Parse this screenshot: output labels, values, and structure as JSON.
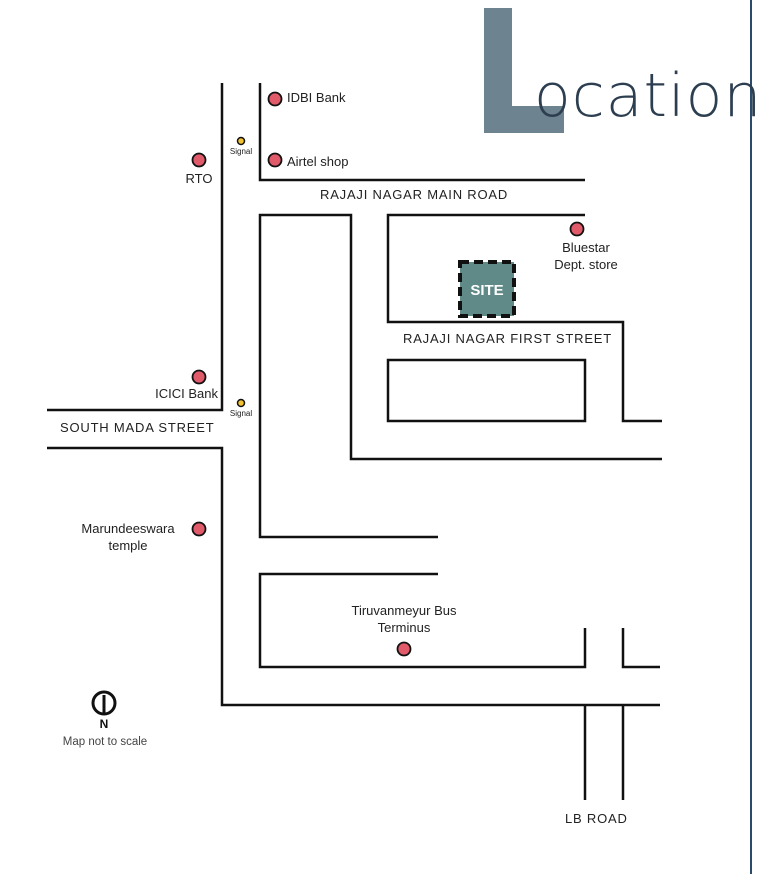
{
  "title": {
    "big_letter": "L",
    "rest": "ocation"
  },
  "colors": {
    "accent_L": "#6d8390",
    "site_fill": "#5f8a88",
    "marker_fill": "#e05a6a",
    "signal_fill": "#f2c230",
    "road": "#111111"
  },
  "roads": {
    "main": "RAJAJI NAGAR MAIN ROAD",
    "first": "RAJAJI NAGAR FIRST STREET",
    "mada": "SOUTH MADA STREET",
    "lb": "LB ROAD"
  },
  "site": {
    "label": "SITE"
  },
  "signals": [
    {
      "label": "Signal"
    },
    {
      "label": "Signal"
    }
  ],
  "landmarks": [
    {
      "name": "idbi",
      "lines": [
        "IDBI Bank"
      ]
    },
    {
      "name": "airtel",
      "lines": [
        "Airtel shop"
      ]
    },
    {
      "name": "rto",
      "lines": [
        "RTO"
      ]
    },
    {
      "name": "bluestar",
      "lines": [
        "Bluestar",
        "Dept. store"
      ]
    },
    {
      "name": "icici",
      "lines": [
        "ICICI Bank"
      ]
    },
    {
      "name": "marundeeswara",
      "lines": [
        "Marundeeswara",
        "temple"
      ]
    },
    {
      "name": "bus-terminus",
      "lines": [
        "Tiruvanmeyur Bus",
        "Terminus"
      ]
    }
  ],
  "compass": {
    "label": "N",
    "note": "Map not to scale"
  }
}
